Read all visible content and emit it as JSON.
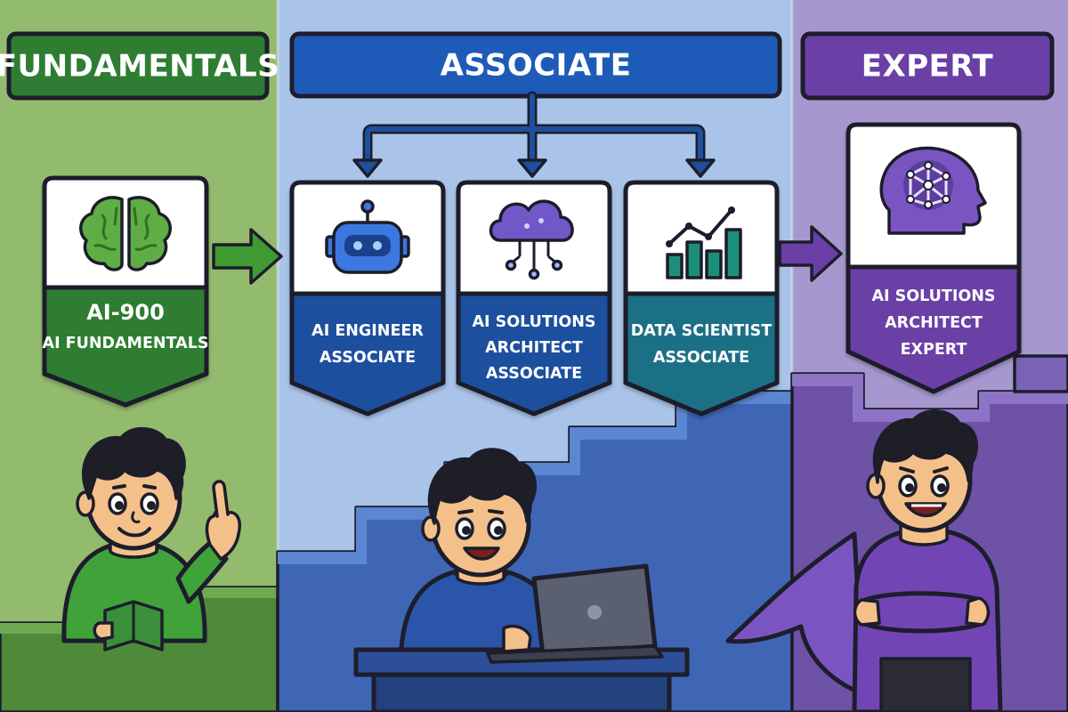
{
  "columns": [
    {
      "key": "fundamentals",
      "header": "FUNDAMENTALS",
      "colors": {
        "bg": "#93bb6e",
        "header": "#2e7d32",
        "badge": "#2e7d32",
        "accent": "#4caf50",
        "arrow": "#3f9a32"
      },
      "badges": [
        {
          "title": "AI-900",
          "subtitle": "AI FUNDAMENTALS",
          "icon": "brain-icon"
        }
      ],
      "character": {
        "name": "student-character",
        "pose": "reading-book-pointing-up",
        "hoodie": "#3fa33a"
      }
    },
    {
      "key": "associate",
      "header": "ASSOCIATE",
      "colors": {
        "bg": "#a9c4e8",
        "header": "#1e5bb8",
        "badge": "#1e4f9e",
        "accent": "#2f6fd6",
        "arrow": "#1e4f9e"
      },
      "badges": [
        {
          "lines": [
            "AI ENGINEER",
            "ASSOCIATE"
          ],
          "icon": "robot-icon"
        },
        {
          "lines": [
            "AI SOLUTIONS",
            "ARCHITECT",
            "ASSOCIATE"
          ],
          "icon": "cloud-network-icon"
        },
        {
          "lines": [
            "DATA SCIENTIST",
            "ASSOCIATE"
          ],
          "icon": "bar-chart-icon"
        }
      ],
      "character": {
        "name": "developer-character",
        "pose": "working-on-laptop",
        "hoodie": "#2a55a8"
      }
    },
    {
      "key": "expert",
      "header": "EXPERT",
      "colors": {
        "bg": "#a698cf",
        "header": "#6a3fa6",
        "badge": "#6a3fa6",
        "accent": "#7a55c2",
        "arrow": "#6a3fa6"
      },
      "badges": [
        {
          "lines": [
            "AI SOLUTIONS",
            "ARCHITECT",
            "EXPERT"
          ],
          "icon": "head-network-icon"
        }
      ],
      "character": {
        "name": "expert-character",
        "pose": "arms-crossed-with-cape",
        "hoodie": "#7146b4"
      }
    }
  ]
}
